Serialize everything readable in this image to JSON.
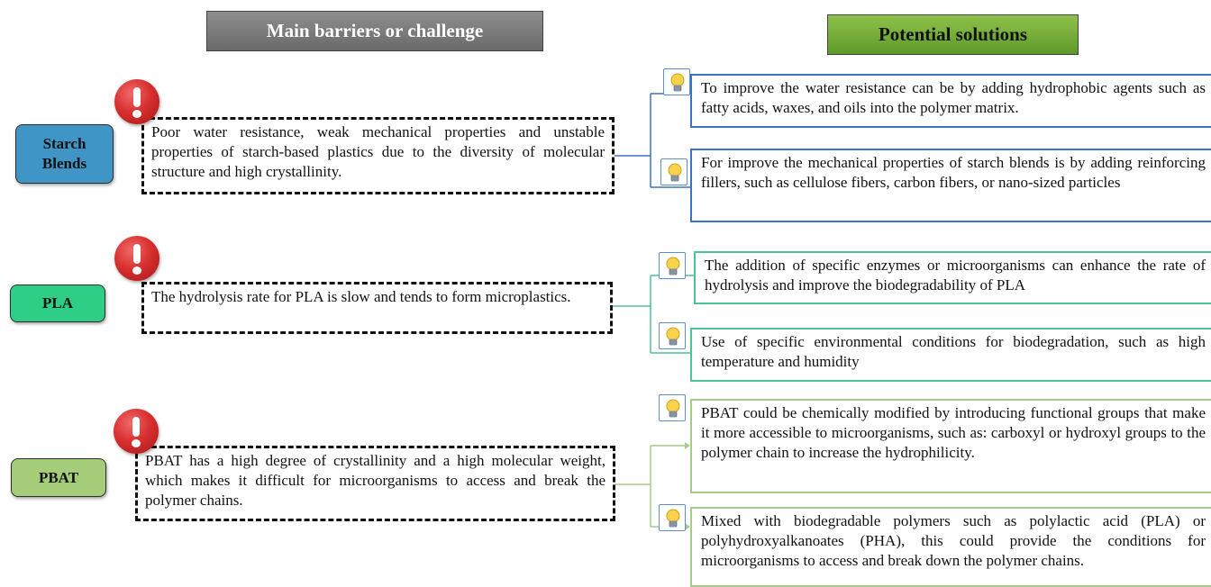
{
  "headers": {
    "barriers": "Main barriers or challenge",
    "solutions": "Potential solutions"
  },
  "rows": [
    {
      "category": "Starch Blends",
      "barrier": "Poor water resistance, weak mechanical properties and unstable properties of starch-based plastics due to the diversity of molecular structure and high crystallinity.",
      "solutions": [
        "To improve the water resistance can be by adding hydrophobic agents such as fatty acids, waxes, and oils into the polymer matrix.",
        "For improve the mechanical properties of starch blends is by adding reinforcing fillers, such as cellulose fibers, carbon fibers, or nano-sized particles"
      ]
    },
    {
      "category": "PLA",
      "barrier": "The hydrolysis rate for PLA is slow and tends to form microplastics.",
      "solutions": [
        "The addition of specific enzymes or microorganisms can enhance the rate of hydrolysis and improve the biodegradability of PLA",
        "Use of specific environmental conditions for biodegradation, such as high temperature and humidity"
      ]
    },
    {
      "category": "PBAT",
      "barrier": "PBAT has a high degree of crystallinity and a high molecular weight, which makes it difficult for microorganisms to access and break the polymer chains.",
      "solutions": [
        "PBAT could be chemically modified by introducing functional groups that make it more accessible to microorganisms, such as: carboxyl or hydroxyl groups to the polymer chain to increase the hydrophilicity.",
        "Mixed with biodegradable polymers such as polylactic acid (PLA) or polyhydroxyalkanoates (PHA), this could provide the conditions for microorganisms to access and break down the polymer chains."
      ]
    }
  ],
  "colors": {
    "starch": "#3f95c5",
    "pla": "#2fce86",
    "pbat": "#a5cc78",
    "starch_line": "#3b72c2",
    "pla_line": "#4cc495",
    "pbat_line": "#a6cc8a",
    "warning": "#d93030"
  },
  "icons": {
    "warning": "exclamation-warning-icon",
    "solution": "lightbulb-icon"
  }
}
